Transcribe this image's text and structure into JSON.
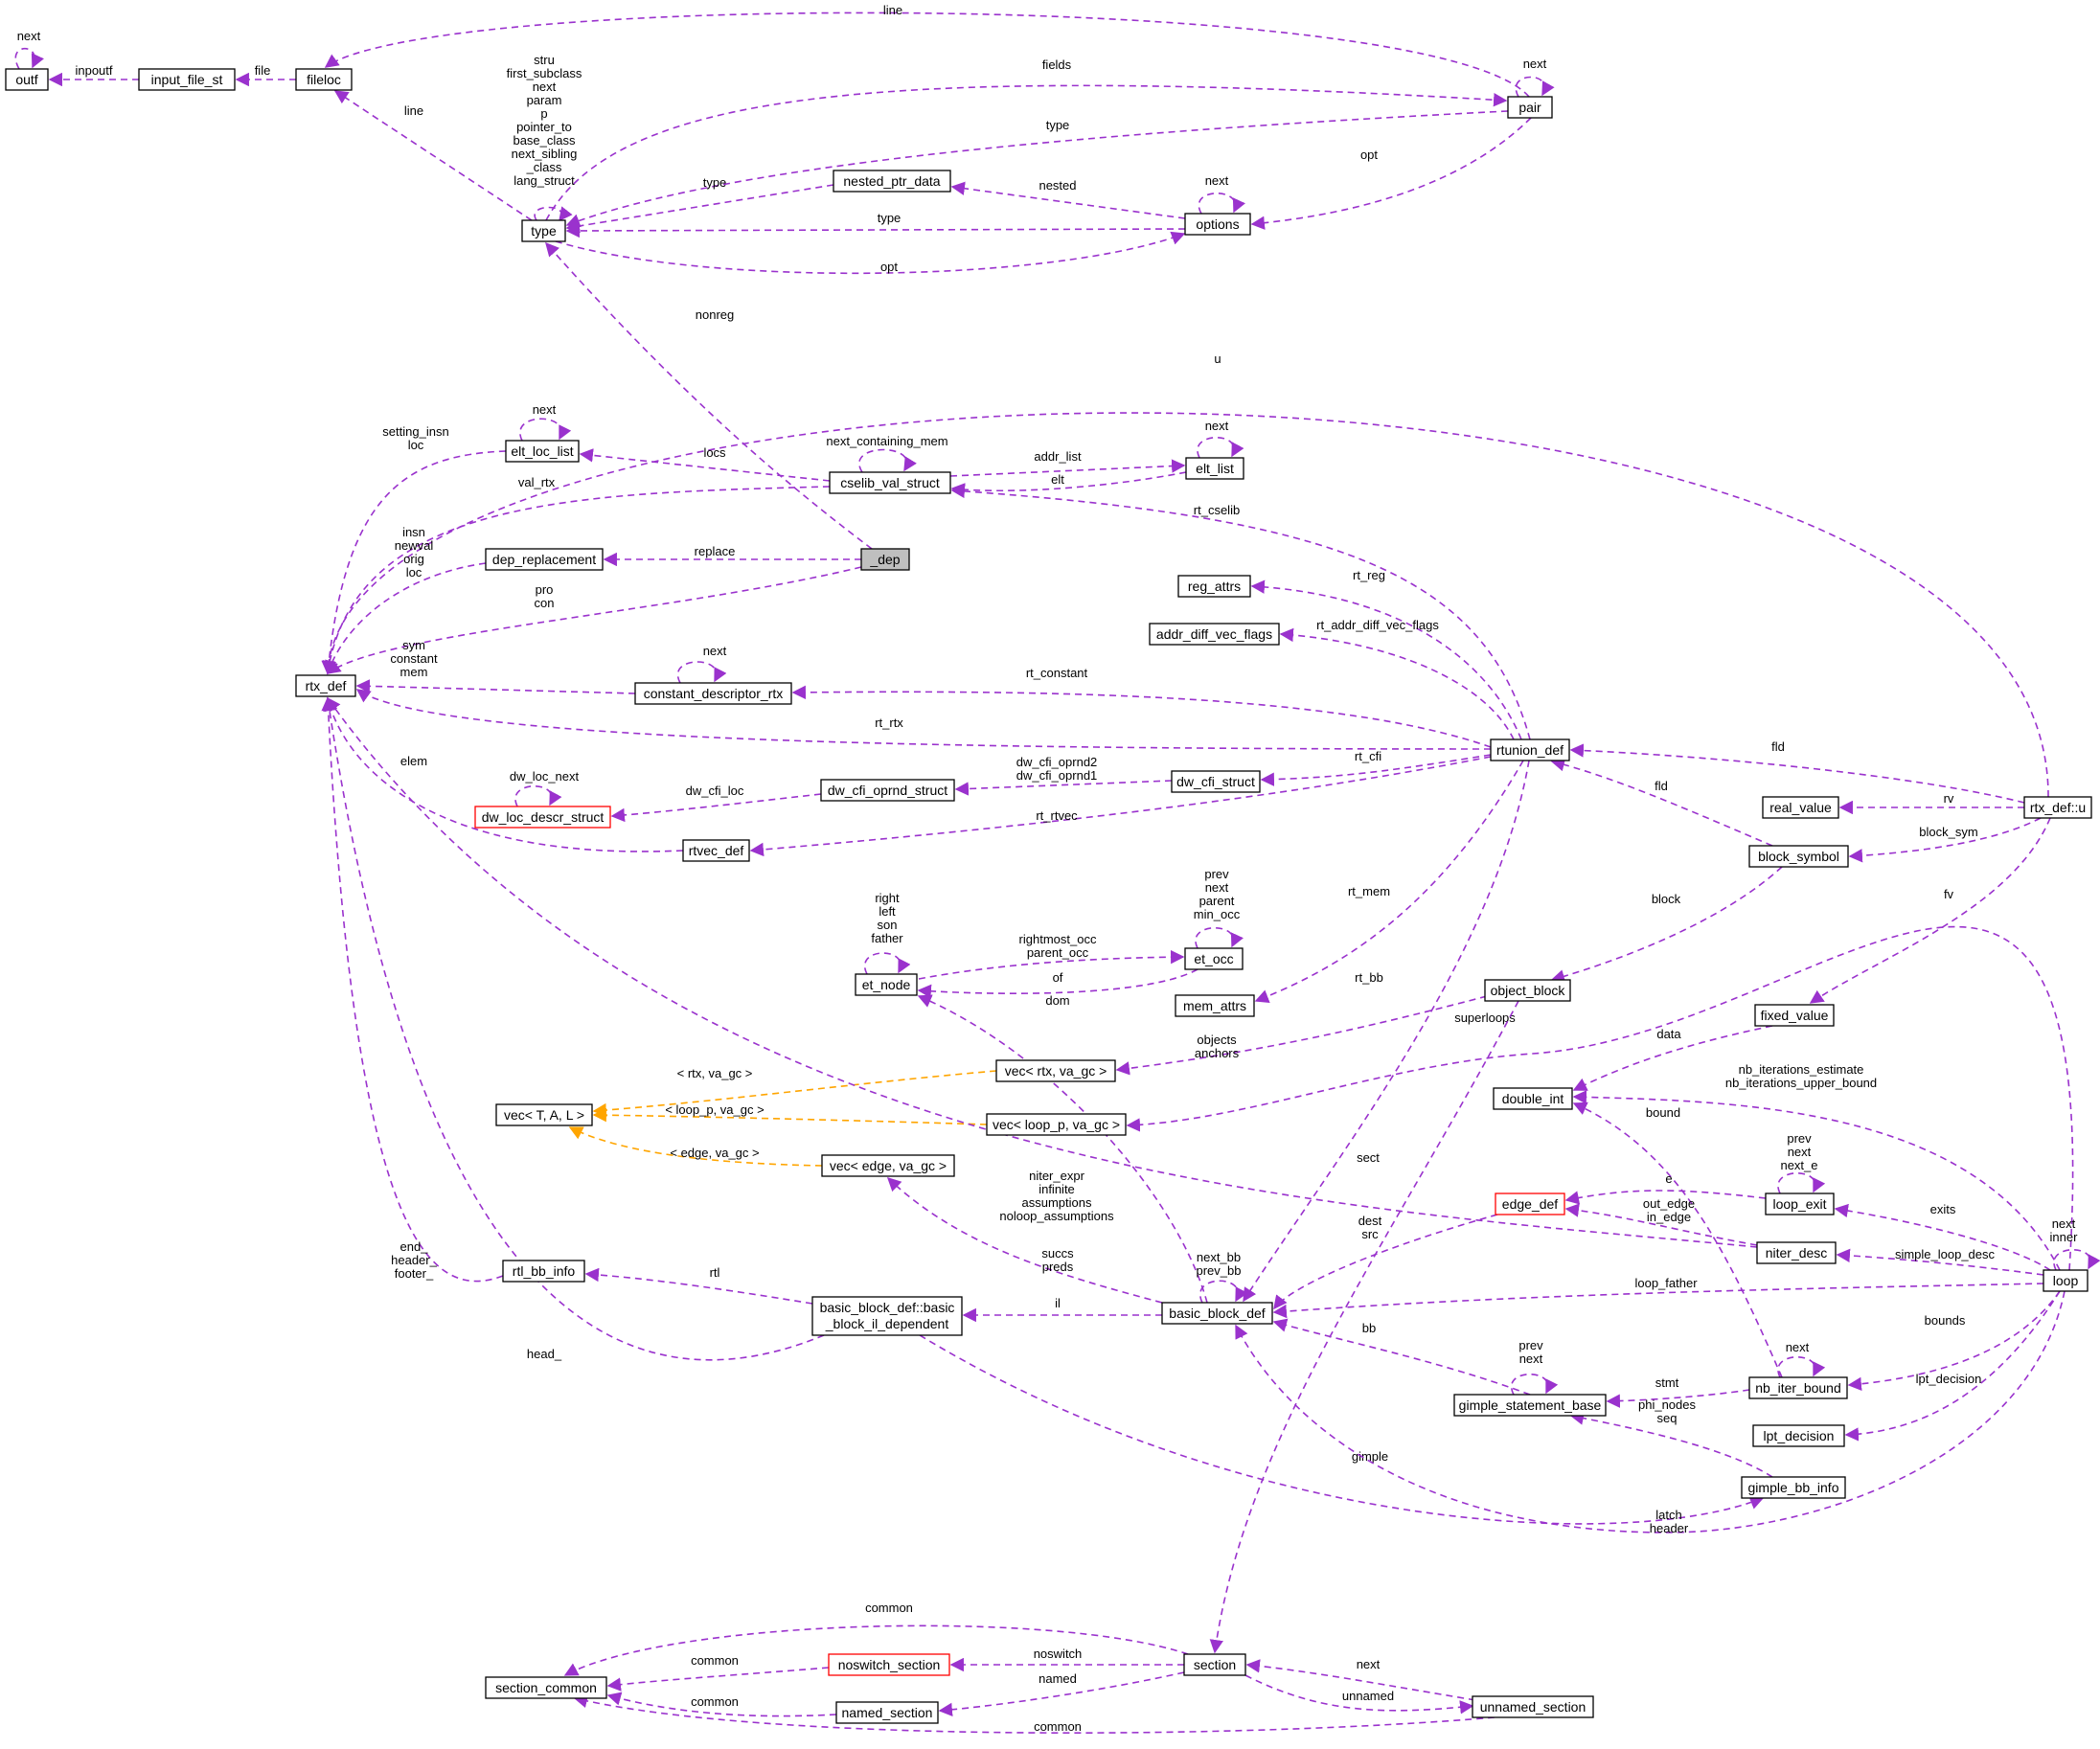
{
  "colors": {
    "edge": "#9a32cd",
    "template_edge": "#ffa500",
    "node_border": "#000000",
    "node_border_incomplete": "#ff0000",
    "highlight_fill": "#bfbfbf",
    "background": "#ffffff"
  },
  "nodes": {
    "outf": "outf",
    "input_file_st": "input_file_st",
    "fileloc": "fileloc",
    "pair": "pair",
    "type": "type",
    "nested_ptr_data": "nested_ptr_data",
    "options": "options",
    "elt_loc_list": "elt_loc_list",
    "cselib_val_struct": "cselib_val_struct",
    "elt_list": "elt_list",
    "dep": "_dep",
    "dep_replacement": "dep_replacement",
    "reg_attrs": "reg_attrs",
    "addr_diff_vec_flags": "addr_diff_vec_flags",
    "rtx_def": "rtx_def",
    "constant_descriptor_rtx": "constant_descriptor_rtx",
    "rtunion_def": "rtunion_def",
    "dw_cfi_struct": "dw_cfi_struct",
    "dw_cfi_oprnd_struct": "dw_cfi_oprnd_struct",
    "dw_loc_descr_struct": "dw_loc_descr_struct",
    "rtvec_def": "rtvec_def",
    "real_value": "real_value",
    "rtx_def_u": "rtx_def::u",
    "block_symbol": "block_symbol",
    "et_occ": "et_occ",
    "et_node": "et_node",
    "mem_attrs": "mem_attrs",
    "object_block": "object_block",
    "fixed_value": "fixed_value",
    "vec_rtx": "vec< rtx, va_gc >",
    "vec_tal": "vec< T, A, L >",
    "vec_loop_p": "vec< loop_p, va_gc >",
    "double_int": "double_int",
    "vec_edge": "vec< edge, va_gc >",
    "loop_exit": "loop_exit",
    "edge_def": "edge_def",
    "niter_desc": "niter_desc",
    "rtl_bb_info": "rtl_bb_info",
    "bb_il_dependent_line1": "basic_block_def::basic",
    "bb_il_dependent_line2": "_block_il_dependent",
    "basic_block_def": "basic_block_def",
    "loop": "loop",
    "nb_iter_bound": "nb_iter_bound",
    "gimple_statement_base": "gimple_statement_base",
    "lpt_decision": "lpt_decision",
    "gimple_bb_info": "gimple_bb_info",
    "section": "section",
    "noswitch_section": "noswitch_section",
    "section_common": "section_common",
    "named_section": "named_section",
    "unnamed_section": "unnamed_section"
  },
  "edge_labels": {
    "outf_next": [
      "next"
    ],
    "outf_inpoutf": [
      "inpoutf"
    ],
    "input_file": [
      "file"
    ],
    "pair_line": [
      "line"
    ],
    "pair_next": [
      "next"
    ],
    "pair_fields": [
      "fields"
    ],
    "type_line": [
      "line"
    ],
    "type_self": [
      "stru",
      "first_subclass",
      "next",
      "param",
      "p",
      "pointer_to",
      "base_class",
      "next_sibling",
      "_class",
      "lang_struct"
    ],
    "pair_type": [
      "type"
    ],
    "pair_opt": [
      "opt"
    ],
    "options_next": [
      "next"
    ],
    "options_nested": [
      "nested"
    ],
    "nested_type": [
      "type"
    ],
    "options_type": [
      "type"
    ],
    "type_opt": [
      "opt"
    ],
    "dep_nonreg": [
      "nonreg"
    ],
    "u_to_rtx": [
      "u"
    ],
    "elt_loc_next": [
      "next"
    ],
    "elt_loc_rtx": [
      "setting_insn",
      "loc"
    ],
    "cselib_locs": [
      "locs"
    ],
    "cselib_next": [
      "next_containing_mem"
    ],
    "elt_list_next": [
      "next"
    ],
    "cselib_addr_list": [
      "addr_list"
    ],
    "elt_list_elt": [
      "elt"
    ],
    "cselib_val_rtx": [
      "val_rtx"
    ],
    "rtunion_cselib": [
      "rt_cselib"
    ],
    "dep_replace": [
      "replace"
    ],
    "dep_repl_rtx": [
      "insn",
      "newval",
      "orig",
      "loc"
    ],
    "dep_pro_con": [
      "pro",
      "con"
    ],
    "rt_reg": [
      "rt_reg"
    ],
    "rt_addr_diff": [
      "rt_addr_diff_vec_flags"
    ],
    "cdr_next": [
      "next"
    ],
    "cdr_rtx": [
      "sym",
      "constant",
      "mem"
    ],
    "rt_constant": [
      "rt_constant"
    ],
    "rt_rtx": [
      "rt_rtx"
    ],
    "dw_loc_next": [
      "dw_loc_next"
    ],
    "rtvec_elem": [
      "elem"
    ],
    "dw_cfi_loc": [
      "dw_cfi_loc"
    ],
    "dw_cfi_oprnd": [
      "dw_cfi_oprnd2",
      "dw_cfi_oprnd1"
    ],
    "rt_cfi": [
      "rt_cfi"
    ],
    "rt_rtvec": [
      "rt_rtvec"
    ],
    "u_fld": [
      "fld"
    ],
    "u_rv": [
      "rv"
    ],
    "block_fld": [
      "fld"
    ],
    "u_block_sym": [
      "block_sym"
    ],
    "rt_mem": [
      "rt_mem"
    ],
    "u_fv": [
      "fv"
    ],
    "et_node_self": [
      "right",
      "left",
      "son",
      "father"
    ],
    "et_occ_self": [
      "prev",
      "next",
      "parent",
      "min_occ"
    ],
    "et_occ_from_node": [
      "rightmost_occ",
      "parent_occ"
    ],
    "et_of": [
      "of"
    ],
    "block_block": [
      "block"
    ],
    "bb_dom": [
      "dom"
    ],
    "rt_bb": [
      "rt_bb"
    ],
    "fixed_data": [
      "data"
    ],
    "objects_anchors": [
      "objects",
      "anchors"
    ],
    "superloops": [
      "superloops"
    ],
    "nb_iter_estimates": [
      "nb_iterations_estimate",
      "nb_iterations_upper_bound"
    ],
    "tpl_rtx": [
      "< rtx, va_gc >"
    ],
    "tpl_loop_p": [
      "< loop_p, va_gc >"
    ],
    "tpl_edge": [
      "< edge, va_gc >"
    ],
    "bound": [
      "bound"
    ],
    "loop_exit_self": [
      "prev",
      "next",
      "next_e"
    ],
    "sect": [
      "sect"
    ],
    "niter_rtx": [
      "niter_expr",
      "infinite",
      "assumptions",
      "noloop_assumptions"
    ],
    "exit_e": [
      "e"
    ],
    "exits": [
      "exits"
    ],
    "niter_edges": [
      "out_edge",
      "in_edge"
    ],
    "loop_self": [
      "next",
      "inner"
    ],
    "edge_dest_src": [
      "dest",
      "src"
    ],
    "simple_loop_desc": [
      "simple_loop_desc"
    ],
    "rtl_bb_rtx": [
      "end_",
      "header_",
      "footer_"
    ],
    "succs_preds": [
      "succs",
      "preds"
    ],
    "bb_self": [
      "next_bb",
      "prev_bb"
    ],
    "rtl": [
      "rtl"
    ],
    "il": [
      "il"
    ],
    "loop_father": [
      "loop_father"
    ],
    "head": [
      "head_"
    ],
    "bounds": [
      "bounds"
    ],
    "bb": [
      "bb"
    ],
    "gsb_self": [
      "prev",
      "next"
    ],
    "nb_iter_next": [
      "next"
    ],
    "stmt": [
      "stmt"
    ],
    "lpt_decision_lbl": [
      "lpt_decision"
    ],
    "phi_seq": [
      "phi_nodes",
      "seq"
    ],
    "gimple": [
      "gimple"
    ],
    "latch_header": [
      "latch",
      "header"
    ],
    "common_top": [
      "common"
    ],
    "noswitch": [
      "noswitch"
    ],
    "common_ns": [
      "common"
    ],
    "next_unnamed": [
      "next"
    ],
    "named": [
      "named"
    ],
    "common_named": [
      "common"
    ],
    "unnamed": [
      "unnamed"
    ],
    "common_unnamed": [
      "common"
    ]
  }
}
